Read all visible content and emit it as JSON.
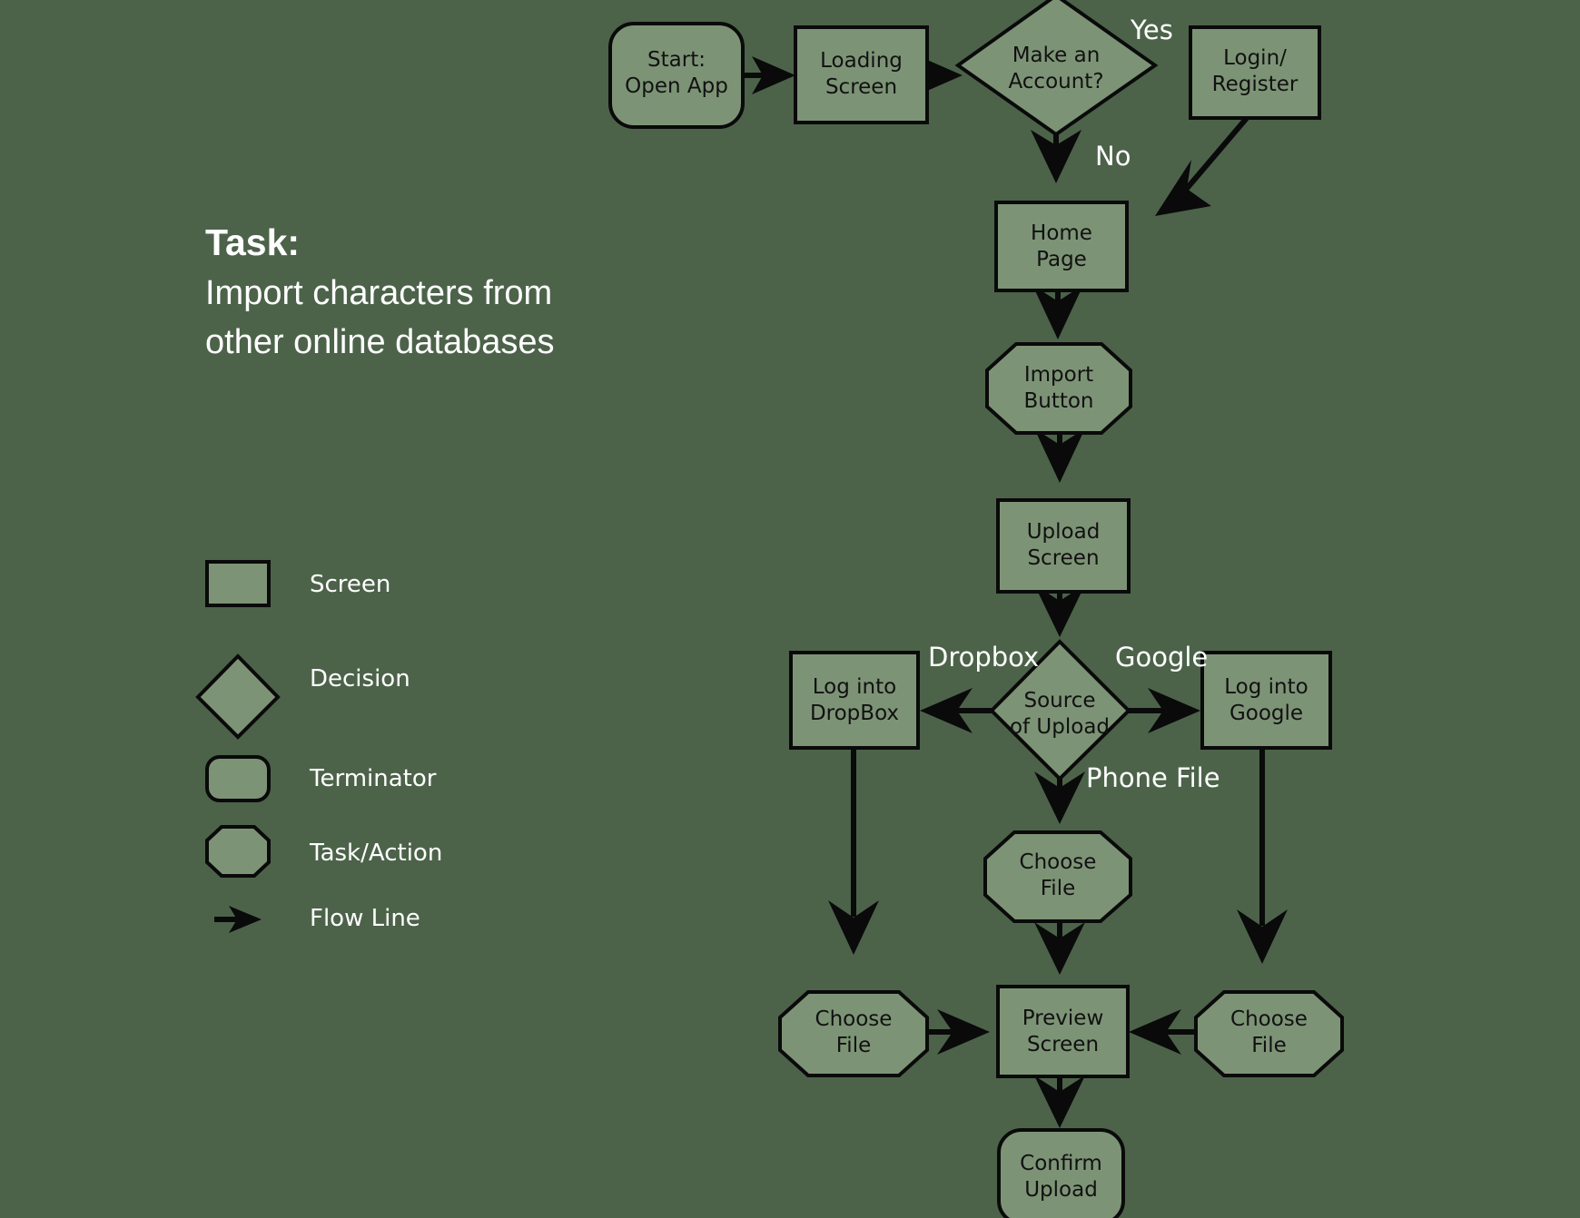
{
  "meta": {
    "background_color": "#4c634a",
    "shape_fill_color": "#7d9376",
    "shape_stroke_color": "#0a0a0a",
    "node_text_color": "#111111",
    "label_text_color": "#ffffff"
  },
  "task": {
    "heading": "Task:",
    "body": "Import characters from\nother online databases"
  },
  "legend": {
    "items": [
      {
        "shape": "rectangle",
        "label": "Screen"
      },
      {
        "shape": "diamond",
        "label": "Decision"
      },
      {
        "shape": "rounded-rectangle",
        "label": "Terminator"
      },
      {
        "shape": "octagon",
        "label": "Task/Action"
      },
      {
        "shape": "arrow",
        "label": "Flow Line"
      }
    ]
  },
  "chart_data": {
    "type": "flowchart",
    "title": "Import characters from other online databases",
    "nodes": [
      {
        "id": "start",
        "label": "Start:\nOpen App",
        "shape": "terminator"
      },
      {
        "id": "loading",
        "label": "Loading\nScreen",
        "shape": "screen"
      },
      {
        "id": "make_account",
        "label": "Make an\nAccount?",
        "shape": "decision"
      },
      {
        "id": "login_register",
        "label": "Login/\nRegister",
        "shape": "screen"
      },
      {
        "id": "home_page",
        "label": "Home\nPage",
        "shape": "screen"
      },
      {
        "id": "import_button",
        "label": "Import\nButton",
        "shape": "task"
      },
      {
        "id": "upload_screen",
        "label": "Upload\nScreen",
        "shape": "screen"
      },
      {
        "id": "source_upload",
        "label": "Source\nof Upload",
        "shape": "decision"
      },
      {
        "id": "log_dropbox",
        "label": "Log into\nDropBox",
        "shape": "screen"
      },
      {
        "id": "log_google",
        "label": "Log into\nGoogle",
        "shape": "screen"
      },
      {
        "id": "choose_phone",
        "label": "Choose\nFile",
        "shape": "task"
      },
      {
        "id": "choose_dropbox",
        "label": "Choose\nFile",
        "shape": "task"
      },
      {
        "id": "choose_google",
        "label": "Choose\nFile",
        "shape": "task"
      },
      {
        "id": "preview",
        "label": "Preview\nScreen",
        "shape": "screen"
      },
      {
        "id": "confirm",
        "label": "Confirm\nUpload",
        "shape": "terminator"
      }
    ],
    "edges": [
      {
        "from": "start",
        "to": "loading",
        "label": ""
      },
      {
        "from": "loading",
        "to": "make_account",
        "label": ""
      },
      {
        "from": "make_account",
        "to": "login_register",
        "label": "Yes"
      },
      {
        "from": "make_account",
        "to": "home_page",
        "label": "No"
      },
      {
        "from": "login_register",
        "to": "home_page",
        "label": ""
      },
      {
        "from": "home_page",
        "to": "import_button",
        "label": ""
      },
      {
        "from": "import_button",
        "to": "upload_screen",
        "label": ""
      },
      {
        "from": "upload_screen",
        "to": "source_upload",
        "label": ""
      },
      {
        "from": "source_upload",
        "to": "log_dropbox",
        "label": "Dropbox"
      },
      {
        "from": "source_upload",
        "to": "log_google",
        "label": "Google"
      },
      {
        "from": "source_upload",
        "to": "choose_phone",
        "label": "Phone File"
      },
      {
        "from": "log_dropbox",
        "to": "choose_dropbox",
        "label": ""
      },
      {
        "from": "log_google",
        "to": "choose_google",
        "label": ""
      },
      {
        "from": "choose_phone",
        "to": "preview",
        "label": ""
      },
      {
        "from": "choose_dropbox",
        "to": "preview",
        "label": ""
      },
      {
        "from": "choose_google",
        "to": "preview",
        "label": ""
      },
      {
        "from": "preview",
        "to": "confirm",
        "label": ""
      }
    ]
  },
  "edge_labels": {
    "yes": "Yes",
    "no": "No",
    "dropbox": "Dropbox",
    "google": "Google",
    "phone_file": "Phone File"
  },
  "node_labels": {
    "start": "Start:\nOpen App",
    "loading": "Loading\nScreen",
    "make_account": "Make an\nAccount?",
    "login_register": "Login/\nRegister",
    "home_page": "Home\nPage",
    "import_button": "Import\nButton",
    "upload_screen": "Upload\nScreen",
    "source_upload": "Source\nof Upload",
    "log_dropbox": "Log into\nDropBox",
    "log_google": "Log into\nGoogle",
    "choose_phone": "Choose\nFile",
    "choose_dropbox": "Choose\nFile",
    "choose_google": "Choose\nFile",
    "preview": "Preview\nScreen",
    "confirm": "Confirm\nUpload"
  }
}
